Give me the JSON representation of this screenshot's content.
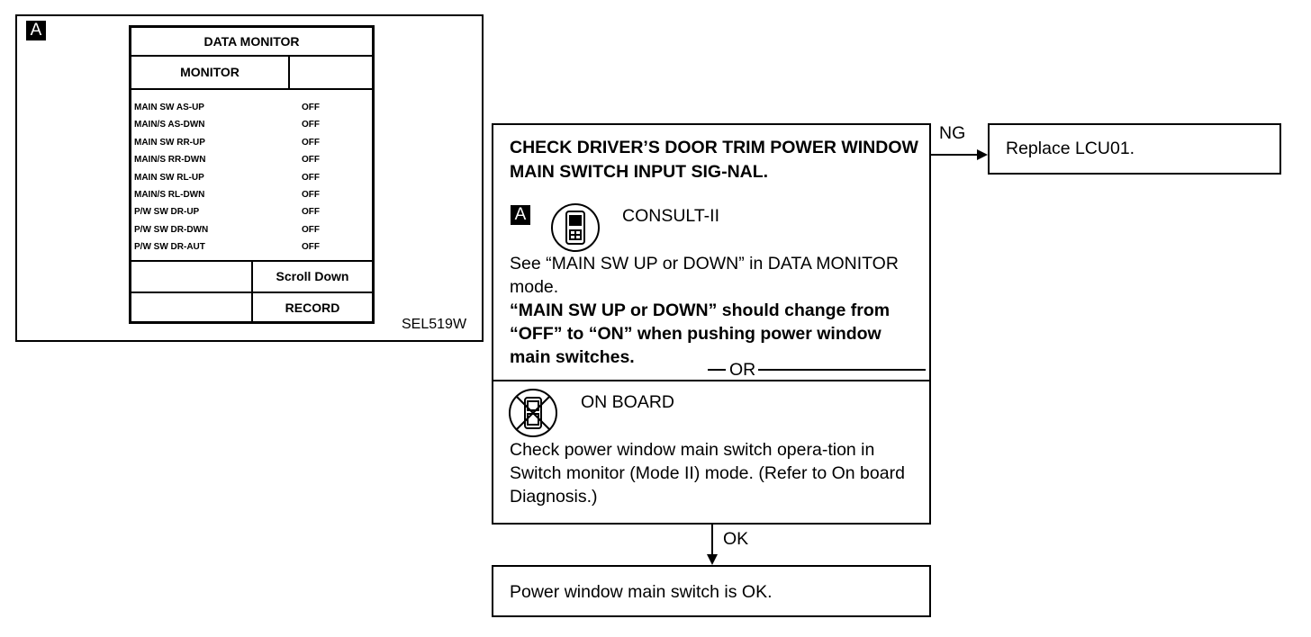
{
  "left_panel": {
    "badge": "A",
    "screen_title": "DATA MONITOR",
    "monitor_header": "MONITOR",
    "rows": [
      {
        "label": "MAIN SW AS-UP",
        "value": "OFF"
      },
      {
        "label": "MAIN/S AS-DWN",
        "value": "OFF"
      },
      {
        "label": "MAIN SW RR-UP",
        "value": "OFF"
      },
      {
        "label": "MAIN/S RR-DWN",
        "value": "OFF"
      },
      {
        "label": "MAIN SW RL-UP",
        "value": "OFF"
      },
      {
        "label": "MAIN/S RL-DWN",
        "value": "OFF"
      },
      {
        "label": "P/W SW DR-UP",
        "value": "OFF"
      },
      {
        "label": "P/W SW DR-DWN",
        "value": "OFF"
      },
      {
        "label": "P/W SW DR-AUT",
        "value": "OFF"
      }
    ],
    "scroll_button": "Scroll Down",
    "record_button": "RECORD",
    "figure_code": "SEL519W"
  },
  "check": {
    "title": "CHECK DRIVER’S DOOR TRIM POWER WINDOW MAIN SWITCH INPUT SIG-NAL.",
    "badge": "A",
    "consult_label": "CONSULT-II",
    "consult_desc": "See “MAIN SW UP or DOWN” in DATA MONITOR mode.",
    "consult_bold": "“MAIN SW UP or DOWN” should change from “OFF” to “ON” when pushing power window main switches.",
    "or_label": "OR",
    "board_label": "ON BOARD",
    "board_desc": "Check power window main switch opera-tion in Switch monitor (Mode II) mode. (Refer to On board Diagnosis.)"
  },
  "ng": {
    "label": "NG",
    "text": "Replace LCU01."
  },
  "ok": {
    "label": "OK",
    "text": "Power window main switch is OK."
  }
}
